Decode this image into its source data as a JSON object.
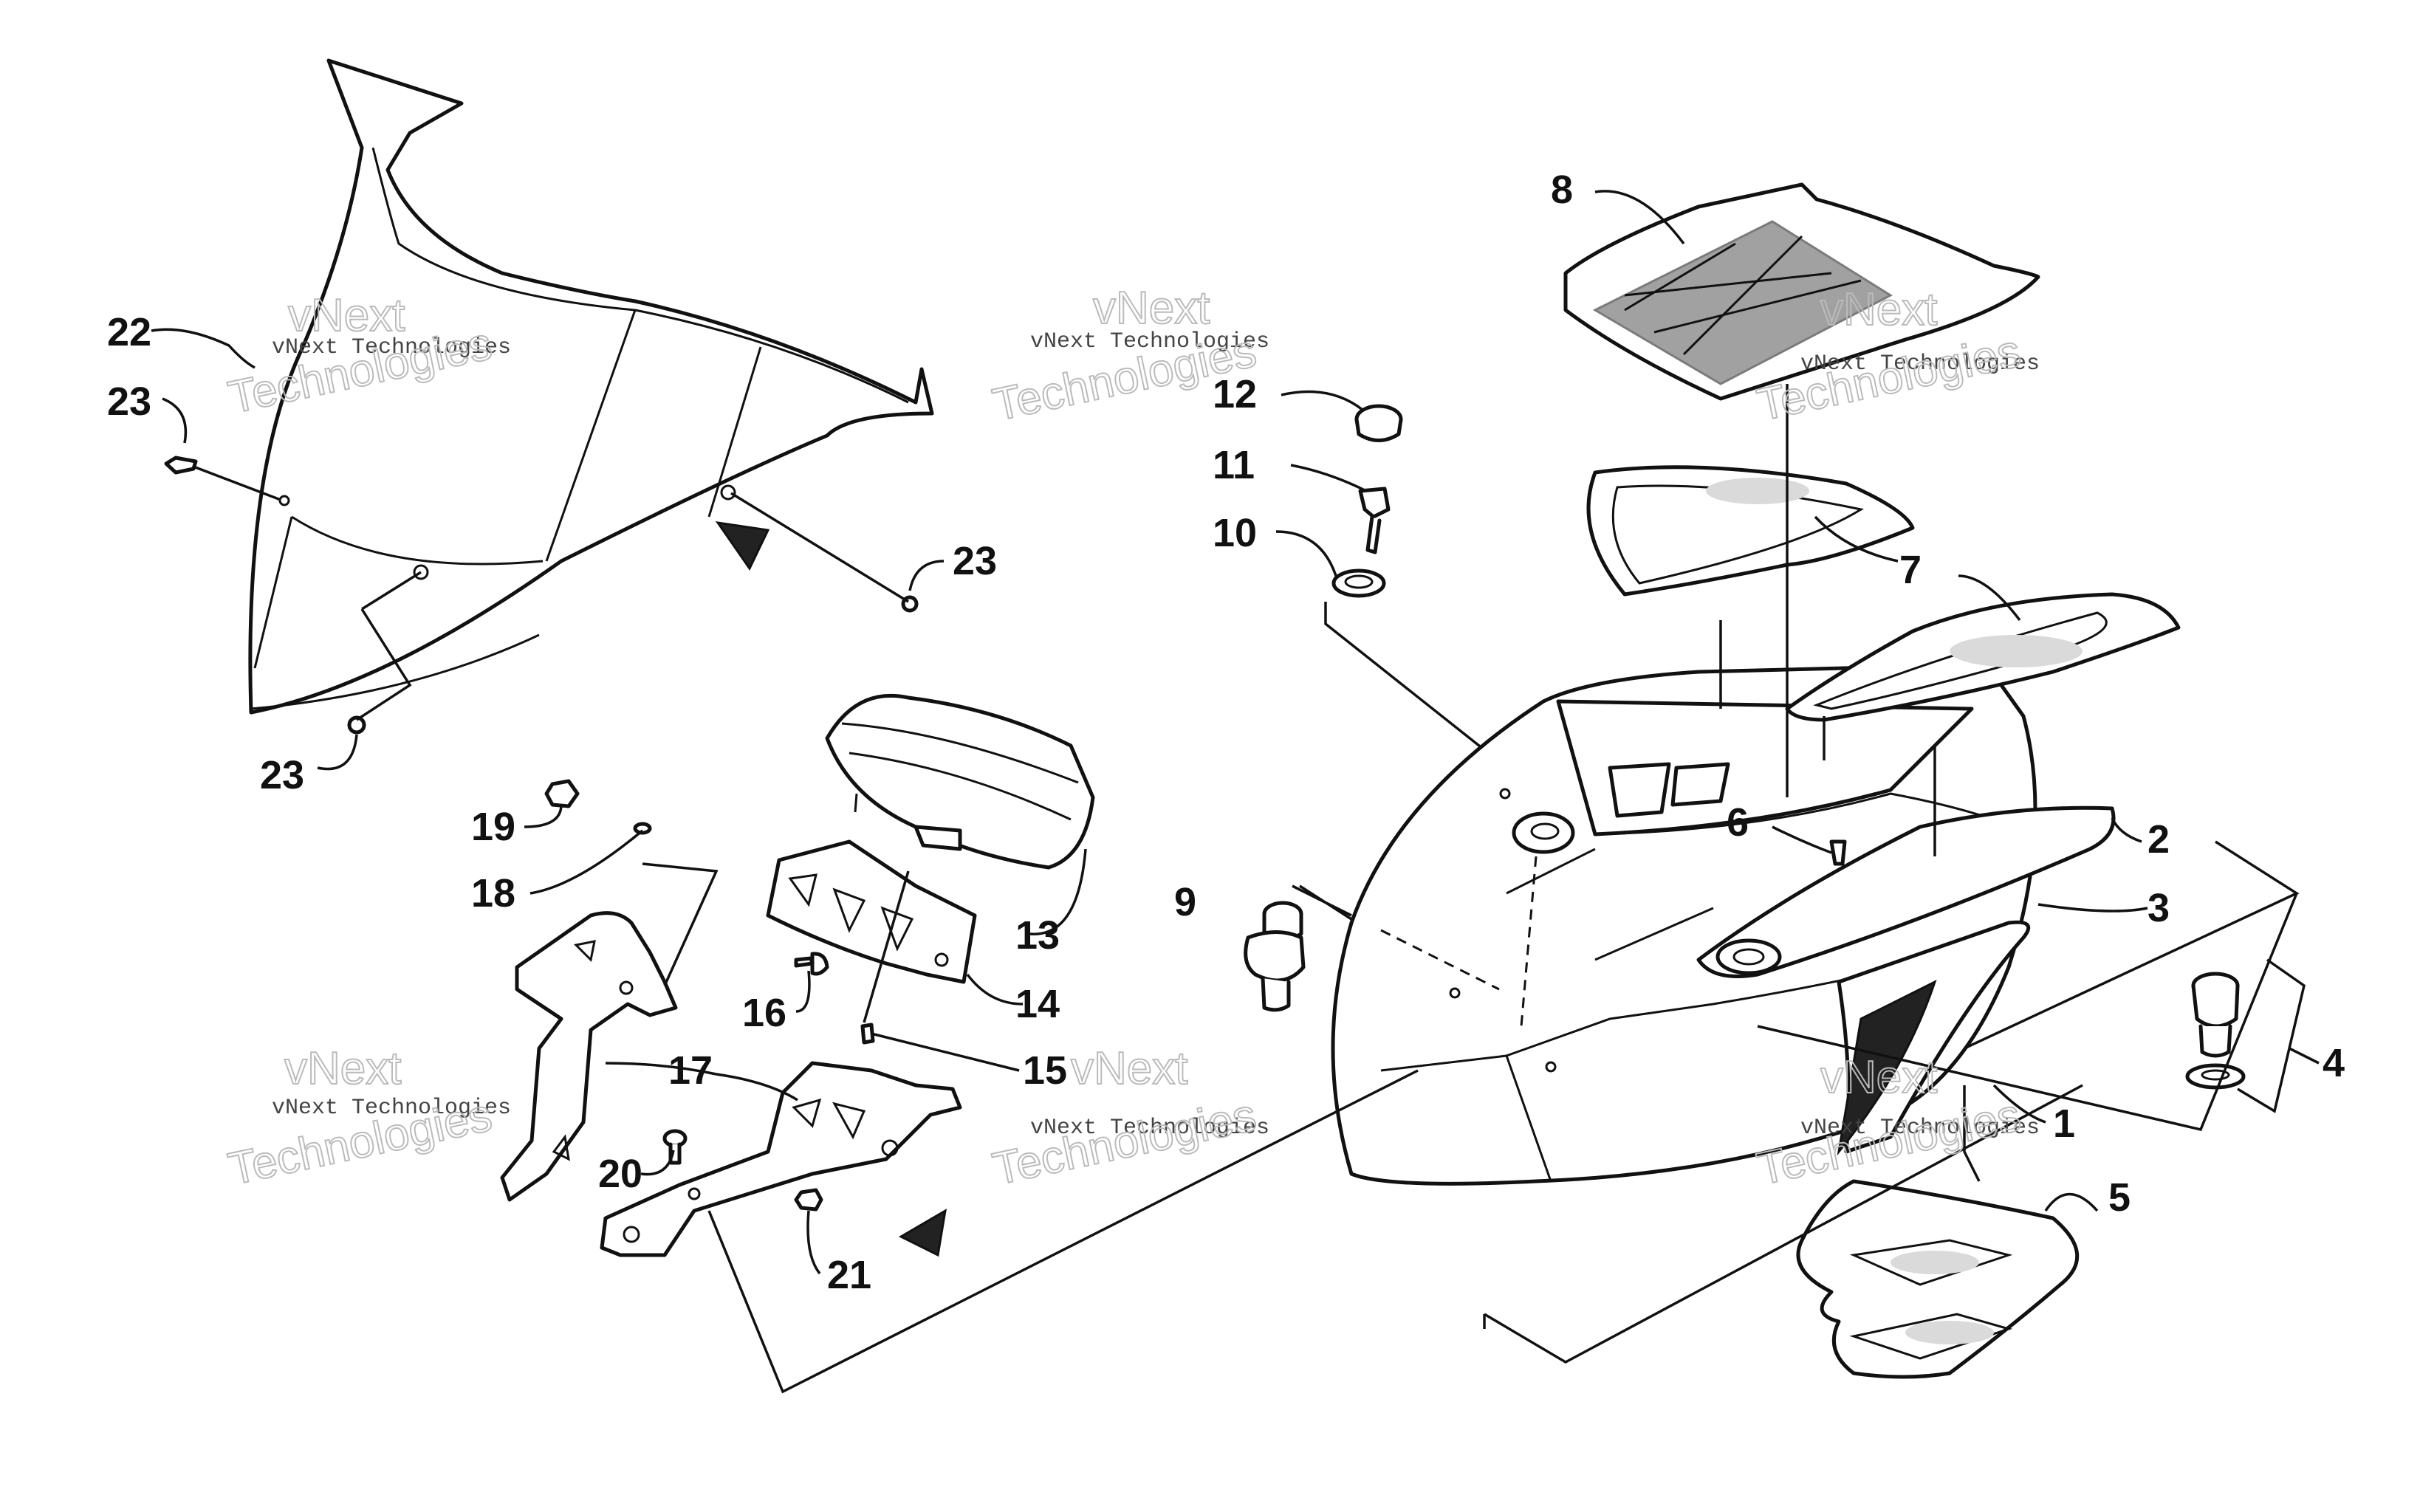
{
  "callouts": {
    "c1": "1",
    "c2": "2",
    "c3": "3",
    "c4": "4",
    "c5": "5",
    "c6": "6",
    "c7": "7",
    "c8": "8",
    "c9": "9",
    "c10": "10",
    "c11": "11",
    "c12": "12",
    "c13": "13",
    "c14": "14",
    "c15": "15",
    "c16": "16",
    "c17": "17",
    "c18": "18",
    "c19": "19",
    "c20": "20",
    "c21": "21",
    "c22": "22",
    "c23a": "23",
    "c23b": "23",
    "c23c": "23"
  },
  "watermark": {
    "brand": "vNext",
    "company": "vNext Technologies",
    "technologies": "Technologies"
  }
}
